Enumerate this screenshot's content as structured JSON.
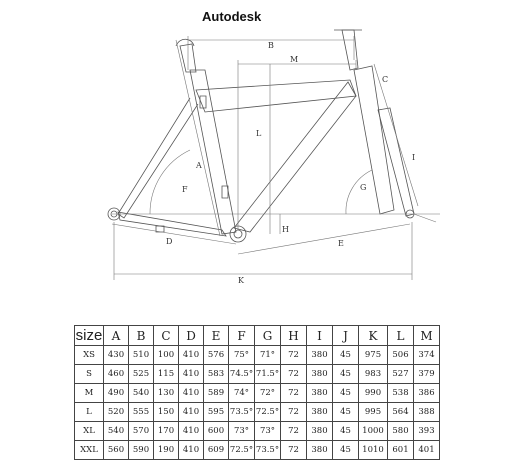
{
  "title": "Autodesk",
  "dimension_labels": {
    "A": "A",
    "B": "B",
    "C": "C",
    "D": "D",
    "E": "E",
    "F": "F",
    "G": "G",
    "H": "H",
    "I": "I",
    "K": "K",
    "L": "L",
    "M": "M"
  },
  "table": {
    "headers": [
      "size",
      "A",
      "B",
      "C",
      "D",
      "E",
      "F",
      "G",
      "H",
      "I",
      "J",
      "K",
      "L",
      "M"
    ],
    "rows": [
      [
        "XS",
        "430",
        "510",
        "100",
        "410",
        "576",
        "75°",
        "71°",
        "72",
        "380",
        "45",
        "975",
        "506",
        "374"
      ],
      [
        "S",
        "460",
        "525",
        "115",
        "410",
        "583",
        "74.5°",
        "71.5°",
        "72",
        "380",
        "45",
        "983",
        "527",
        "379"
      ],
      [
        "M",
        "490",
        "540",
        "130",
        "410",
        "589",
        "74°",
        "72°",
        "72",
        "380",
        "45",
        "990",
        "538",
        "386"
      ],
      [
        "L",
        "520",
        "555",
        "150",
        "410",
        "595",
        "73.5°",
        "72.5°",
        "72",
        "380",
        "45",
        "995",
        "564",
        "388"
      ],
      [
        "XL",
        "540",
        "570",
        "170",
        "410",
        "600",
        "73°",
        "73°",
        "72",
        "380",
        "45",
        "1000",
        "580",
        "393"
      ],
      [
        "XXL",
        "560",
        "590",
        "190",
        "410",
        "609",
        "72.5°",
        "73.5°",
        "72",
        "380",
        "45",
        "1010",
        "601",
        "401"
      ]
    ]
  }
}
